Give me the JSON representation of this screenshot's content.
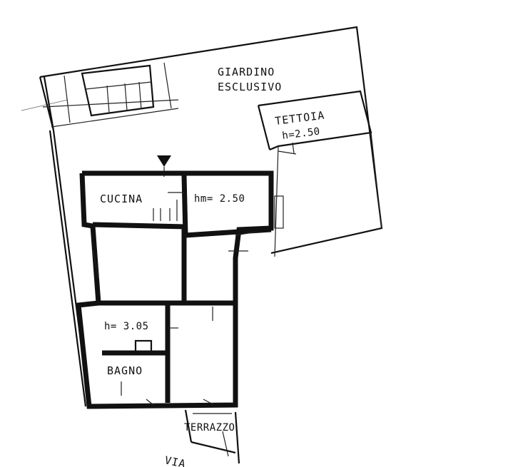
{
  "labels": {
    "garden_line1": "GIARDINO",
    "garden_line2": "ESCLUSIVO",
    "canopy": "TETTOIA",
    "canopy_height": "h=2.50",
    "kitchen": "CUCINA",
    "kitchen_height": "hm= 2.50",
    "room_height": "h= 3.05",
    "bathroom": "BAGNO",
    "terrace": "TERRAZZO",
    "street": "VIA"
  }
}
